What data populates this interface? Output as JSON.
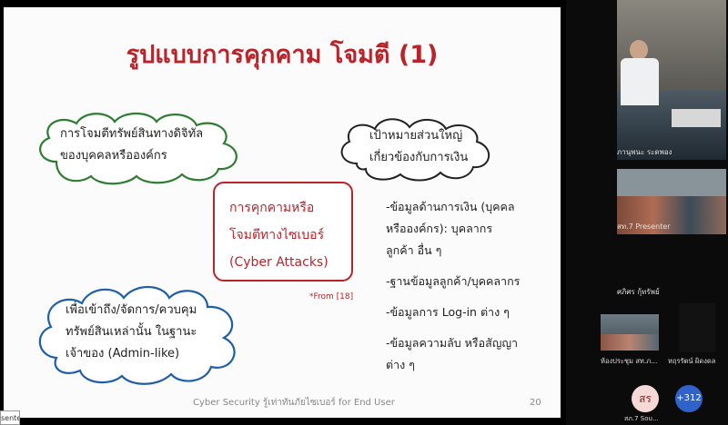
{
  "slide": {
    "title": "รูปแบบการคุกคาม โจมตี (1)",
    "cloud_top_left": [
      "การโจมตีทรัพย์สินทางดิจิทัล",
      "ของบุคคลหรือองค์กร"
    ],
    "cloud_top_right": [
      "เป้าหมายส่วนใหญ่",
      "เกี่ยวข้องกับการเงิน"
    ],
    "cloud_bottom_left": [
      "เพื่อเข้าถึง/จัดการ/ควบคุม",
      "ทรัพย์สินเหล่านั้น ในฐานะ",
      "เจ้าของ (Admin-like)"
    ],
    "center_box": [
      "การคุกคามหรือ",
      "โจมตีทางไซเบอร์",
      "(Cyber Attacks)"
    ],
    "from_note": "*From [18]",
    "bullets": [
      [
        "-ข้อมูลด้านการเงิน (บุคคล",
        "หรือองค์กร): บุคลากร",
        "ลูกค้า อื่น ๆ"
      ],
      [
        "-ฐานข้อมูลลูกค้า/บุคคลากร"
      ],
      [
        "-ข้อมูลการ Log-in ต่าง ๆ"
      ],
      [
        "-ข้อมูลความลับ หรือสัญญา",
        "ต่าง ๆ"
      ]
    ],
    "footer": "Cyber Security รู้เท่าทันภัยไซเบอร์ for End User",
    "page_number": "20",
    "presenter_tag": "senter"
  },
  "participants": {
    "tile1_name": "ภานุพนะ ระดพอง",
    "tile2_name": "สท.7 Presenter",
    "tile3_name": "ศภิศร กุ้ทรัพย์",
    "bottom_left_name": "ห้องประชุม สท.ภ...",
    "bottom_right_name": "หฤรรัตน์ ผิดงดล",
    "avatar_initials": "สร",
    "avatar_label": "สภ.7 Sou...",
    "more_count": "+312",
    "colors": {
      "avatar_bg": "#f4d9d6",
      "avatar_fg": "#7a2a2a",
      "more_bg": "#2f63c9",
      "accent": "#b8242a"
    }
  }
}
